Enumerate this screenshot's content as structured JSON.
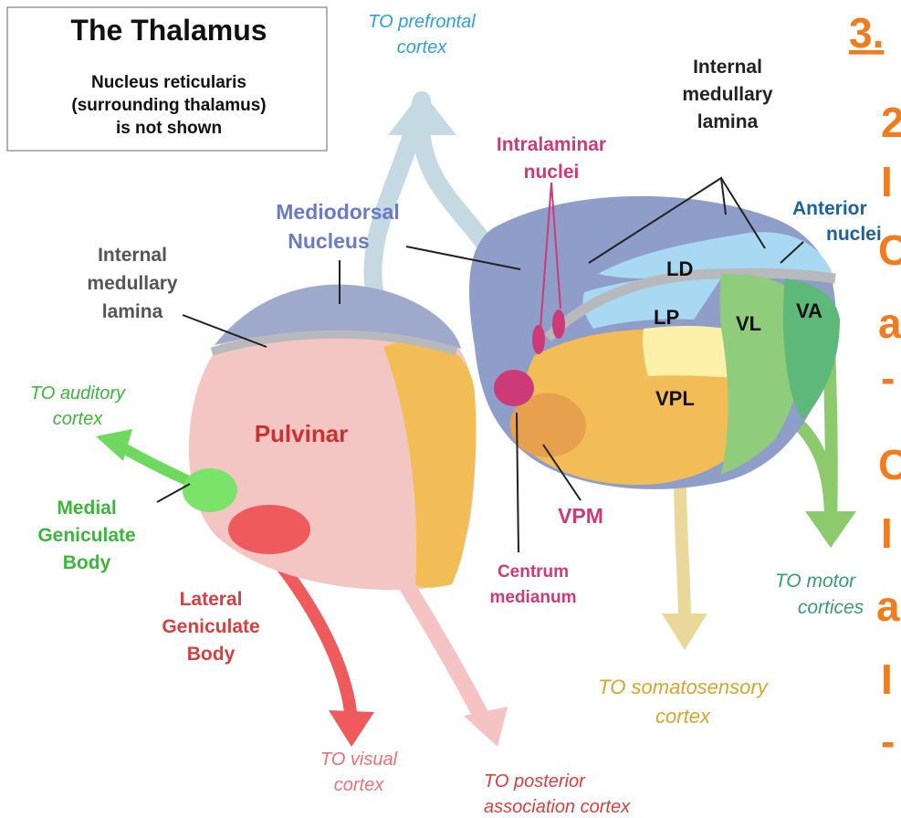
{
  "box": {
    "title": "The Thalamus",
    "note_lines": [
      "Nucleus reticularis",
      "(surrounding thalamus)",
      "is not shown"
    ]
  },
  "labels": {
    "prefrontal": [
      "TO prefrontal",
      "cortex"
    ],
    "imedlam_left": [
      "Internal",
      "medullary",
      "lamina"
    ],
    "imedlam_right": [
      "Internal",
      "medullary",
      "lamina"
    ],
    "intralaminar": [
      "Intralaminar",
      "nuclei"
    ],
    "anterior": [
      "Anterior",
      "nuclei"
    ],
    "mediodorsal": [
      "Mediodorsal",
      "Nucleus"
    ],
    "auditory": [
      "TO auditory",
      "cortex"
    ],
    "pulvinar": "Pulvinar",
    "mgb": [
      "Medial",
      "Geniculate",
      "Body"
    ],
    "lgb": [
      "Lateral",
      "Geniculate",
      "Body"
    ],
    "vpm": "VPM",
    "centrum": [
      "Centrum",
      "medianum"
    ],
    "motor": [
      "TO motor",
      "cortices"
    ],
    "somatosensory": [
      "TO somatosensory",
      "cortex"
    ],
    "visual": [
      "TO visual",
      "cortex"
    ],
    "posterior": [
      "TO posterior",
      "association cortex"
    ],
    "ld": "LD",
    "lp": "LP",
    "vl": "VL",
    "va": "VA",
    "vpl": "VPL"
  },
  "side_text": {
    "heading": "3.",
    "glyphs": [
      "2",
      "I",
      "C",
      "a",
      "-",
      "C",
      "I",
      "a",
      "I",
      "-"
    ]
  },
  "colors": {
    "accent_orange": "#f07c1f",
    "prefrontal_blue": "#2d9fe0",
    "mediodorsal": "#8f9dc9",
    "anterior": "#a9d8f2",
    "lamina_gray": "#b7b9bd",
    "pulvinar": "#f4c6c3",
    "orange_nuclei": "#f2bd57",
    "lp_yellow": "#fdf0a8",
    "vl_green": "#8fcc7b",
    "va_green": "#5db879",
    "intralaminar": "#cc3a78",
    "lgb_red": "#ef5a5c",
    "mgb_green": "#7be26a",
    "motor_green": "#8dc96d",
    "somato_yellow": "#ead79a"
  }
}
